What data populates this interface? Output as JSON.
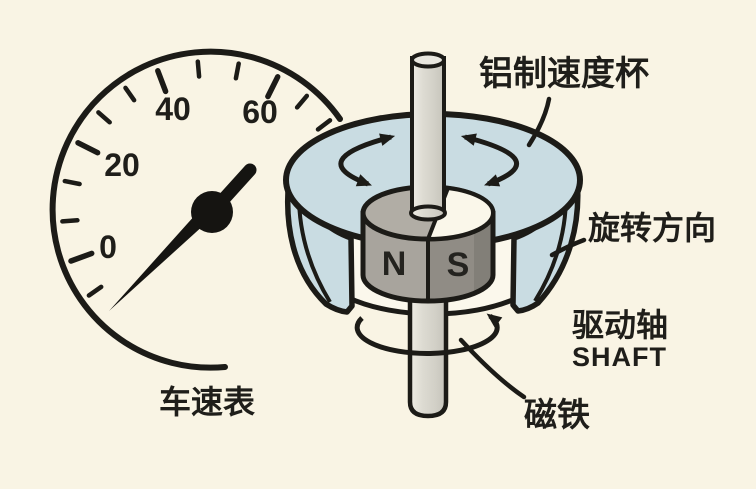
{
  "diagram_title": "speedometer eddy-current mechanism",
  "colors": {
    "background": "#F9F4E4",
    "ink": "#1C1B17",
    "cup_blue": "#C9DCE2",
    "interior_white": "#FAF7EA",
    "magnet_north_face": "#A8A49D",
    "magnet_south_face": "#908C85",
    "shaft_gray": "#D6D4CB"
  },
  "gauge": {
    "label": "车速表",
    "tick_labels": [
      "0",
      "20",
      "40",
      "60"
    ]
  },
  "mechanism": {
    "cup_label": "铝制速度杯",
    "rotation_label": "旋转方向",
    "shaft_label_cn": "驱动轴",
    "shaft_label_en": "SHAFT",
    "magnet_label": "磁铁",
    "magnet_poles": {
      "north": "N",
      "south": "S"
    }
  }
}
